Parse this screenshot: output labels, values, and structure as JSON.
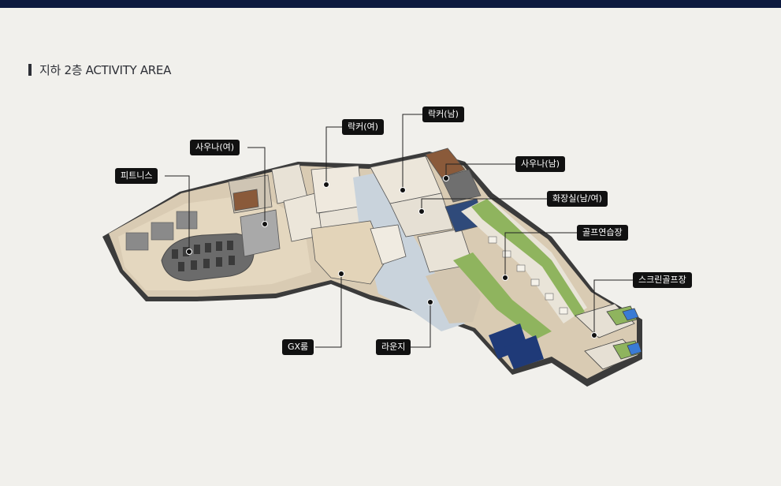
{
  "header": {
    "title": "지하 2층 ACTIVITY AREA"
  },
  "labels": {
    "fitness": "피트니스",
    "sauna_f": "사우나(여)",
    "locker_f": "락커(여)",
    "locker_m": "락커(남)",
    "sauna_m": "사우나(남)",
    "restroom": "화장실(남/여)",
    "golf_practice": "골프연습장",
    "screen_golf": "스크린골프장",
    "gx_room": "GX룸",
    "lounge": "라운지"
  },
  "colors": {
    "topbar": "#0d1a3f",
    "background": "#f1f0ec",
    "label_bg": "#111111",
    "turf": "#8fb45e",
    "floor": "#d9cbb3"
  }
}
